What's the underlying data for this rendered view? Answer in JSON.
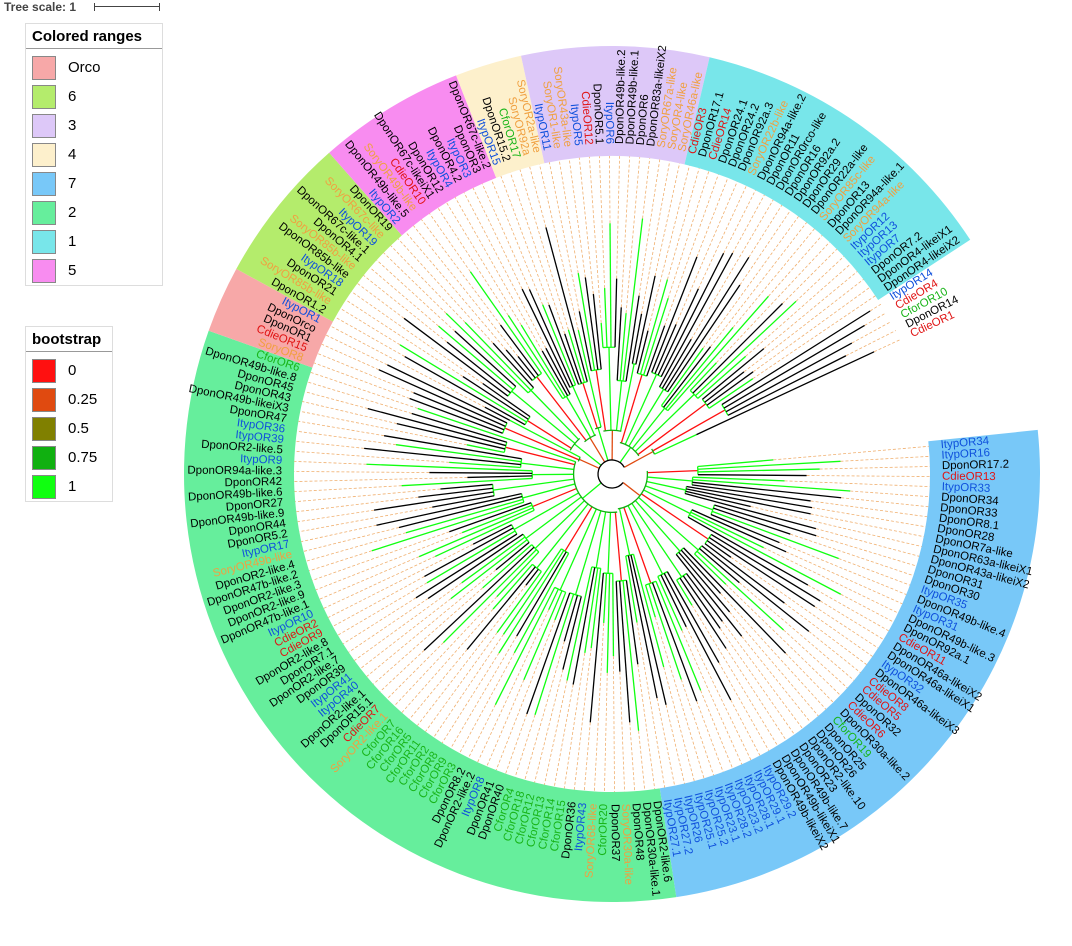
{
  "tree_scale": {
    "label": "Tree scale: 1"
  },
  "legend_ranges": {
    "title": "Colored ranges",
    "items": [
      {
        "label": "Orco",
        "color": "#f7a8a8"
      },
      {
        "label": "6",
        "color": "#b4ec6c"
      },
      {
        "label": "3",
        "color": "#ddc8f8"
      },
      {
        "label": "4",
        "color": "#fdf0cc"
      },
      {
        "label": "7",
        "color": "#78c8f8"
      },
      {
        "label": "2",
        "color": "#66ee9c"
      },
      {
        "label": "1",
        "color": "#78e6ea"
      },
      {
        "label": "5",
        "color": "#f88cf0"
      }
    ]
  },
  "legend_bootstrap": {
    "title": "bootstrap",
    "items": [
      {
        "label": "0",
        "color": "#ff1010"
      },
      {
        "label": "0.25",
        "color": "#e04a10"
      },
      {
        "label": "0.5",
        "color": "#808000"
      },
      {
        "label": "0.75",
        "color": "#10b010"
      },
      {
        "label": "1",
        "color": "#10ff10"
      }
    ]
  },
  "clades": [
    {
      "group": "7",
      "color": "#78c8f8",
      "leaves": [
        {
          "label": "ItypOR34",
          "color": "#0f50dc"
        },
        {
          "label": "ItypOR16",
          "color": "#0f50dc"
        },
        {
          "label": "DponOR17.2",
          "color": "#000000"
        },
        {
          "label": "CdieOR13",
          "color": "#e01414"
        },
        {
          "label": "ItypOR33",
          "color": "#0f50dc"
        },
        {
          "label": "DponOR34",
          "color": "#000000"
        },
        {
          "label": "DponOR33",
          "color": "#000000"
        },
        {
          "label": "DponOR8.1",
          "color": "#000000"
        },
        {
          "label": "DponOR28",
          "color": "#000000"
        },
        {
          "label": "DponOR7a-like",
          "color": "#000000"
        },
        {
          "label": "DponOR63a-likeiX1",
          "color": "#000000"
        },
        {
          "label": "DponOR43a-likeiX2",
          "color": "#000000"
        },
        {
          "label": "DponOR31",
          "color": "#000000"
        },
        {
          "label": "DponOR30",
          "color": "#000000"
        },
        {
          "label": "ItypOR35",
          "color": "#0f50dc"
        },
        {
          "label": "DponOR49b-like.4",
          "color": "#000000"
        },
        {
          "label": "ItypOR31",
          "color": "#0f50dc"
        },
        {
          "label": "DponOR49b-like.3",
          "color": "#000000"
        },
        {
          "label": "DponOR92a.1",
          "color": "#000000"
        },
        {
          "label": "CdieOR11",
          "color": "#e01414"
        },
        {
          "label": "DponOR46a-likeiX2",
          "color": "#000000"
        },
        {
          "label": "DponOR46a-likeiX1",
          "color": "#000000"
        },
        {
          "label": "ItypOR32",
          "color": "#0f50dc"
        },
        {
          "label": "DponOR46a-likeiX3",
          "color": "#000000"
        },
        {
          "label": "CdieOR8",
          "color": "#e01414"
        },
        {
          "label": "CdieOR5",
          "color": "#e01414"
        },
        {
          "label": "DponOR32",
          "color": "#000000"
        },
        {
          "label": "CdieOR6",
          "color": "#e01414"
        },
        {
          "label": "DponOR30a-like.2",
          "color": "#000000"
        },
        {
          "label": "CforOR19",
          "color": "#18b418"
        },
        {
          "label": "DponOR25",
          "color": "#000000"
        },
        {
          "label": "DponOR26",
          "color": "#000000"
        },
        {
          "label": "DponOR2-like.10",
          "color": "#000000"
        },
        {
          "label": "DponOR23",
          "color": "#000000"
        },
        {
          "label": "DponOR49b-like.7",
          "color": "#000000"
        },
        {
          "label": "DponOR49b-likeiX1",
          "color": "#000000"
        },
        {
          "label": "DponOR49b-likeiX2",
          "color": "#000000"
        },
        {
          "label": "ItypOR29.2",
          "color": "#0f50dc"
        },
        {
          "label": "ItypOR29.1",
          "color": "#0f50dc"
        },
        {
          "label": "ItypOR28.1",
          "color": "#0f50dc"
        },
        {
          "label": "ItypOR23.2",
          "color": "#0f50dc"
        },
        {
          "label": "ItypOR28.2",
          "color": "#0f50dc"
        },
        {
          "label": "ItypOR23.1",
          "color": "#0f50dc"
        },
        {
          "label": "ItypOR25.2",
          "color": "#0f50dc"
        },
        {
          "label": "ItypOR25.1",
          "color": "#0f50dc"
        },
        {
          "label": "ItypOR26",
          "color": "#0f50dc"
        },
        {
          "label": "ItypOR27.2",
          "color": "#0f50dc"
        },
        {
          "label": "ItypOR27.1",
          "color": "#0f50dc"
        }
      ]
    },
    {
      "group": "2",
      "color": "#66ee9c",
      "leaves": [
        {
          "label": "DponOR2-like.6",
          "color": "#000000"
        },
        {
          "label": "DponOR30a-like.1",
          "color": "#000000"
        },
        {
          "label": "DponOR48",
          "color": "#000000"
        },
        {
          "label": "SoryOR30a-like",
          "color": "#f0a040"
        },
        {
          "label": "DponOR37",
          "color": "#000000"
        },
        {
          "label": "CforOR20",
          "color": "#18b418"
        },
        {
          "label": "SoryOR68-like",
          "color": "#f0a040"
        },
        {
          "label": "ItypOR43",
          "color": "#0f50dc"
        },
        {
          "label": "DponOR36",
          "color": "#000000"
        },
        {
          "label": "CforOR15",
          "color": "#18b418"
        },
        {
          "label": "CforOR14",
          "color": "#18b418"
        },
        {
          "label": "CforOR13",
          "color": "#18b418"
        },
        {
          "label": "CforOR12",
          "color": "#18b418"
        },
        {
          "label": "CforOR18",
          "color": "#18b418"
        },
        {
          "label": "CforOR4",
          "color": "#18b418"
        },
        {
          "label": "DponOR40",
          "color": "#000000"
        },
        {
          "label": "DponOR41",
          "color": "#000000"
        },
        {
          "label": "ItypOR8",
          "color": "#0f50dc"
        },
        {
          "label": "DponOR2-like.2",
          "color": "#000000"
        },
        {
          "label": "DponOR8.2",
          "color": "#000000"
        },
        {
          "label": "CforOR3",
          "color": "#18b418"
        },
        {
          "label": "CforOR9",
          "color": "#18b418"
        },
        {
          "label": "CforOR8",
          "color": "#18b418"
        },
        {
          "label": "CforOR2",
          "color": "#18b418"
        },
        {
          "label": "CforOR11",
          "color": "#18b418"
        },
        {
          "label": "CforOR5",
          "color": "#18b418"
        },
        {
          "label": "CforOR16",
          "color": "#18b418"
        },
        {
          "label": "CforOR7",
          "color": "#18b418"
        },
        {
          "label": "SoryOR2-like.1",
          "color": "#f0a040"
        },
        {
          "label": "CdieOR7",
          "color": "#e01414"
        },
        {
          "label": "DponOR15.1",
          "color": "#000000"
        },
        {
          "label": "DponOR2-like.1",
          "color": "#000000"
        },
        {
          "label": "ItypOR40",
          "color": "#0f50dc"
        },
        {
          "label": "ItypOR41",
          "color": "#0f50dc"
        },
        {
          "label": "DponOR39",
          "color": "#000000"
        },
        {
          "label": "DponOR2-like.7",
          "color": "#000000"
        },
        {
          "label": "DponOR7.1",
          "color": "#000000"
        },
        {
          "label": "DponOR2-like.8",
          "color": "#000000"
        },
        {
          "label": "CdieOR9",
          "color": "#e01414"
        },
        {
          "label": "CdieOR2",
          "color": "#e01414"
        },
        {
          "label": "ItypOR10",
          "color": "#0f50dc"
        },
        {
          "label": "DponOR47b-like.1",
          "color": "#000000"
        },
        {
          "label": "DponOR2-like.9",
          "color": "#000000"
        },
        {
          "label": "DponOR2-like.3",
          "color": "#000000"
        },
        {
          "label": "DponOR47b-like.2",
          "color": "#000000"
        },
        {
          "label": "DponOR2-like.4",
          "color": "#000000"
        },
        {
          "label": "SoryOR49b-like",
          "color": "#f0a040"
        },
        {
          "label": "ItypOR17",
          "color": "#0f50dc"
        },
        {
          "label": "DponOR5.2",
          "color": "#000000"
        },
        {
          "label": "DponOR44",
          "color": "#000000"
        },
        {
          "label": "DponOR49b-like.9",
          "color": "#000000"
        },
        {
          "label": "DponOR27",
          "color": "#000000"
        },
        {
          "label": "DponOR49b-like.6",
          "color": "#000000"
        },
        {
          "label": "DponOR42",
          "color": "#000000"
        },
        {
          "label": "DponOR94a-like.3",
          "color": "#000000"
        },
        {
          "label": "ItypOR9",
          "color": "#0f50dc"
        },
        {
          "label": "DponOR2-like.5",
          "color": "#000000"
        },
        {
          "label": "ItypOR39",
          "color": "#0f50dc"
        },
        {
          "label": "ItypOR36",
          "color": "#0f50dc"
        },
        {
          "label": "DponOR47",
          "color": "#000000"
        },
        {
          "label": "DponOR49b-likeiX3",
          "color": "#000000"
        },
        {
          "label": "DponOR43",
          "color": "#000000"
        },
        {
          "label": "DponOR45",
          "color": "#000000"
        },
        {
          "label": "DponOR49b-like.8",
          "color": "#000000"
        },
        {
          "label": "CforOR6",
          "color": "#18b418"
        }
      ]
    },
    {
      "group": "Orco",
      "color": "#f7a8a8",
      "leaves": [
        {
          "label": "SoryOR8",
          "color": "#f0a040"
        },
        {
          "label": "CdieOR15",
          "color": "#e01414"
        },
        {
          "label": "DponOR1",
          "color": "#000000"
        },
        {
          "label": "DponOrco",
          "color": "#000000"
        },
        {
          "label": "ItypOR1",
          "color": "#0f50dc"
        }
      ]
    },
    {
      "group": "6",
      "color": "#b4ec6c",
      "leaves": [
        {
          "label": "DponOR1.2",
          "color": "#000000"
        },
        {
          "label": "SoryOR85b-like",
          "color": "#f0a040"
        },
        {
          "label": "DponOR21",
          "color": "#000000"
        },
        {
          "label": "ItypOR18",
          "color": "#0f50dc"
        },
        {
          "label": "DponOR85b-like",
          "color": "#000000"
        },
        {
          "label": "SoryOR85b-like",
          "color": "#f0a040"
        },
        {
          "label": "DponOR4.1",
          "color": "#000000"
        },
        {
          "label": "DponOR67c-like.1",
          "color": "#000000"
        },
        {
          "label": "ItypOR19",
          "color": "#0f50dc"
        },
        {
          "label": "SoryOR67c-like",
          "color": "#f0a040"
        },
        {
          "label": "DponOR19",
          "color": "#000000"
        }
      ]
    },
    {
      "group": "5",
      "color": "#f88cf0",
      "leaves": [
        {
          "label": "ItypOR2",
          "color": "#0f50dc"
        },
        {
          "label": "DponOR49b-like.5",
          "color": "#000000"
        },
        {
          "label": "SoryOR49b-like",
          "color": "#f0a040"
        },
        {
          "label": "CdieOR10",
          "color": "#e01414"
        },
        {
          "label": "DponOR67c-likeiX1",
          "color": "#000000"
        },
        {
          "label": "DponOR12",
          "color": "#000000"
        },
        {
          "label": "ItypOR4",
          "color": "#0f50dc"
        },
        {
          "label": "DponOR4.2",
          "color": "#000000"
        },
        {
          "label": "ItypOR3",
          "color": "#0f50dc"
        },
        {
          "label": "DponOR3",
          "color": "#000000"
        },
        {
          "label": "DponOR67c-like.2",
          "color": "#000000"
        }
      ]
    },
    {
      "group": "4",
      "color": "#fdf0cc",
      "leaves": [
        {
          "label": "ItypOR15",
          "color": "#0f50dc"
        },
        {
          "label": "DponOR15.2",
          "color": "#000000"
        },
        {
          "label": "CforOR17",
          "color": "#18b418"
        },
        {
          "label": "SoryOR92a",
          "color": "#f0a040"
        },
        {
          "label": "SoryOR2a-like",
          "color": "#f0a040"
        }
      ]
    },
    {
      "group": "3",
      "color": "#ddc8f8",
      "leaves": [
        {
          "label": "ItypOR11",
          "color": "#0f50dc"
        },
        {
          "label": "SoryOR1-like",
          "color": "#f0a040"
        },
        {
          "label": "SoryOR43a-like",
          "color": "#f0a040"
        },
        {
          "label": "ItypOR5",
          "color": "#0f50dc"
        },
        {
          "label": "CdieOR12",
          "color": "#e01414"
        },
        {
          "label": "DponOR5.1",
          "color": "#000000"
        },
        {
          "label": "ItypOR6",
          "color": "#0f50dc"
        },
        {
          "label": "DponOR49b-like.2",
          "color": "#000000"
        },
        {
          "label": "DponOR49b-like.1",
          "color": "#000000"
        },
        {
          "label": "DponOR6",
          "color": "#000000"
        },
        {
          "label": "DponOR83a-likeiX2",
          "color": "#000000"
        },
        {
          "label": "SoryOR67a-like",
          "color": "#f0a040"
        },
        {
          "label": "SoryOR4-like",
          "color": "#f0a040"
        },
        {
          "label": "SoryOR46a-like",
          "color": "#f0a040"
        }
      ]
    },
    {
      "group": "1",
      "color": "#78e6ea",
      "leaves": [
        {
          "label": "CdieOR3",
          "color": "#e01414"
        },
        {
          "label": "DponOR17.1",
          "color": "#000000"
        },
        {
          "label": "CdieOR14",
          "color": "#e01414"
        },
        {
          "label": "DponOR24.1",
          "color": "#000000"
        },
        {
          "label": "DponOR24.2",
          "color": "#000000"
        },
        {
          "label": "DponOR92a.3",
          "color": "#000000"
        },
        {
          "label": "SoryOR22b-like",
          "color": "#f0a040"
        },
        {
          "label": "DponOR94a-like.2",
          "color": "#000000"
        },
        {
          "label": "DponOR11",
          "color": "#000000"
        },
        {
          "label": "DponOR0rco-like",
          "color": "#000000"
        },
        {
          "label": "DponOR16",
          "color": "#000000"
        },
        {
          "label": "DponOR92a.2",
          "color": "#000000"
        },
        {
          "label": "DponOR29",
          "color": "#000000"
        },
        {
          "label": "DponOR22a-like",
          "color": "#000000"
        },
        {
          "label": "SoryOR85c-like",
          "color": "#f0a040"
        },
        {
          "label": "DponOR13",
          "color": "#000000"
        },
        {
          "label": "DponOR94a-like.1",
          "color": "#000000"
        },
        {
          "label": "SoryOR94a-like",
          "color": "#f0a040"
        },
        {
          "label": "ItypOR12",
          "color": "#0f50dc"
        },
        {
          "label": "ItypOR13",
          "color": "#0f50dc"
        },
        {
          "label": "ItypOR7",
          "color": "#0f50dc"
        },
        {
          "label": "DponOR7.2",
          "color": "#000000"
        },
        {
          "label": "DponOR4-likeiX1",
          "color": "#000000"
        },
        {
          "label": "DponOR4-likeiX2",
          "color": "#000000"
        }
      ]
    },
    {
      "group": "none",
      "color": "#ffffff",
      "leaves": [
        {
          "label": "ItypOR14",
          "color": "#0f50dc"
        },
        {
          "label": "CdieOR4",
          "color": "#e01414"
        },
        {
          "label": "CforOR10",
          "color": "#18b418"
        },
        {
          "label": "DponOR14",
          "color": "#000000"
        },
        {
          "label": "CdieOR1",
          "color": "#e01414"
        }
      ]
    }
  ]
}
